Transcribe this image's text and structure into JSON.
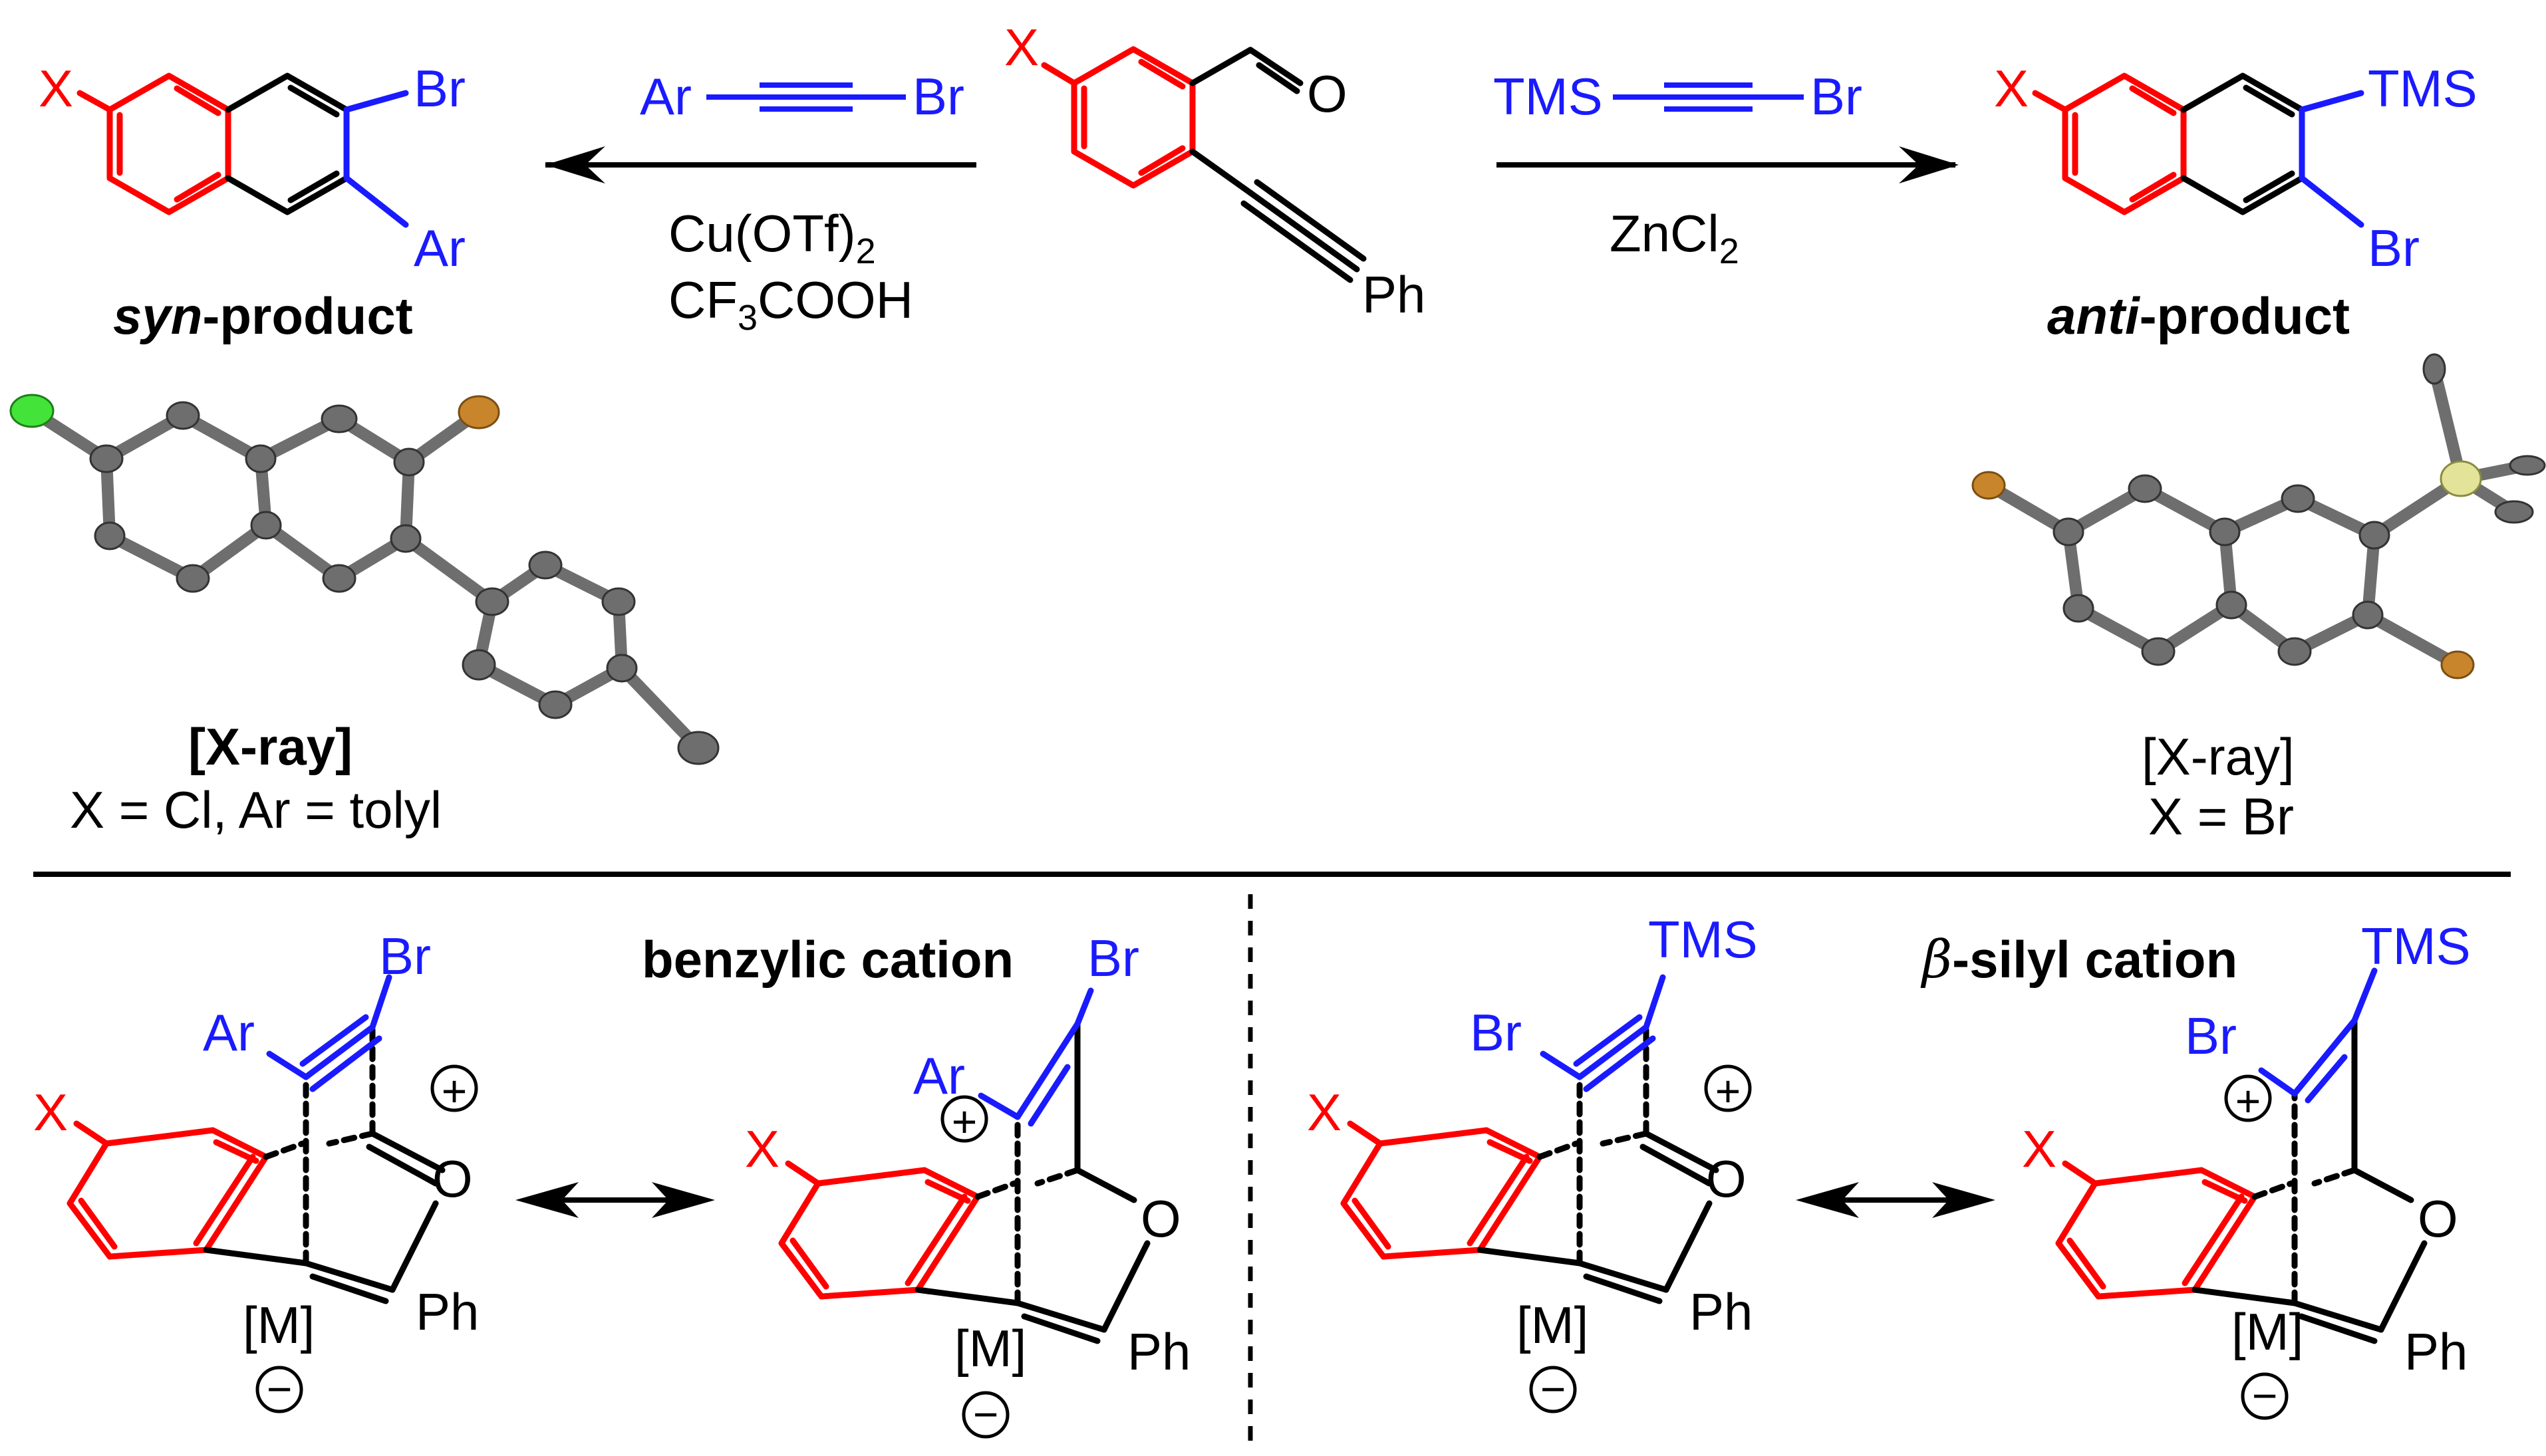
{
  "colors": {
    "core_ring": "#ff0000",
    "reagent": "#1a1aff",
    "bond": "#000000",
    "atom_c": "#6e6e6e",
    "atom_cl": "#44e33a",
    "atom_br": "#c9852b",
    "atom_si": "#e3e39a"
  },
  "reaction": {
    "start_x": "X",
    "start_o": "O",
    "start_ph": "Ph",
    "syn_reagent_ar": "Ar",
    "syn_reagent_br": "Br",
    "syn_cond_1_main": "Cu(OTf)",
    "syn_cond_1_sub": "2",
    "syn_cond_2_a": "CF",
    "syn_cond_2_sub": "3",
    "syn_cond_2_b": "COOH",
    "anti_reagent_tms": "TMS",
    "anti_reagent_br": "Br",
    "anti_cond_main": "ZnCl",
    "anti_cond_sub": "2"
  },
  "syn": {
    "x": "X",
    "br": "Br",
    "ar": "Ar",
    "label_italic": "syn",
    "label_rest": "-product",
    "xray_label": "[X-ray]",
    "xray_detail": "X = Cl, Ar = tolyl"
  },
  "anti": {
    "x": "X",
    "tms": "TMS",
    "br": "Br",
    "label_italic": "anti",
    "label_rest": "-product",
    "xray_label": "[X-ray]",
    "xray_detail": "X = Br"
  },
  "mechanism": {
    "x": "X",
    "o": "O",
    "ph": "Ph",
    "m": "[M]",
    "plus": "+",
    "minus": "−",
    "br": "Br",
    "ar": "Ar",
    "tms": "TMS",
    "benzylic_title": "benzylic cation",
    "silyl_title_greek": "β",
    "silyl_title_rest": "-silyl cation"
  }
}
